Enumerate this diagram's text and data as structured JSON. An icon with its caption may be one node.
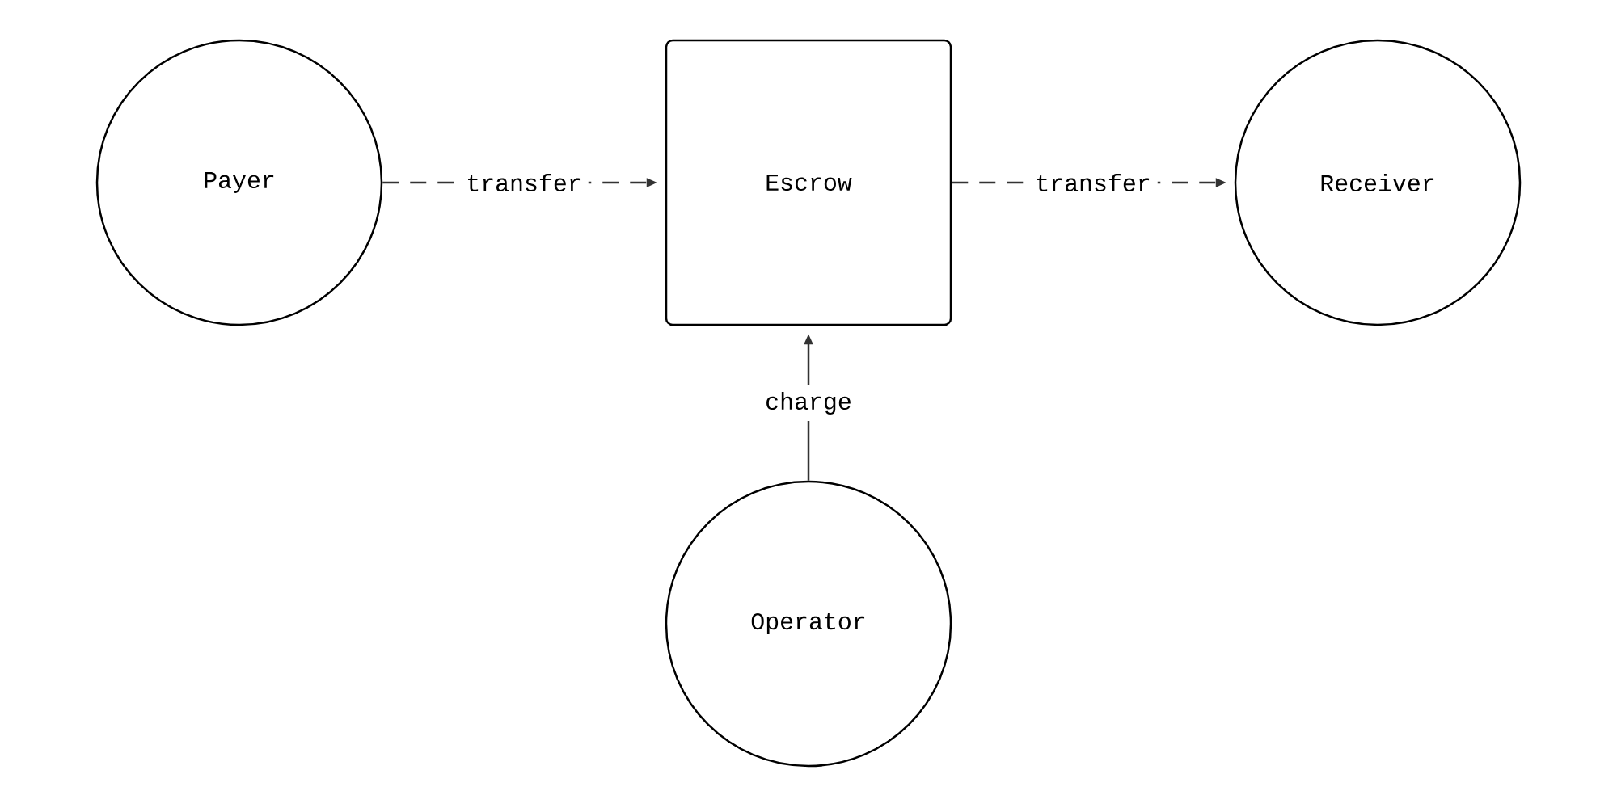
{
  "diagram": {
    "nodes": [
      {
        "text": [
          "Payer"
        ]
      },
      {
        "text": [
          "Escrow"
        ]
      },
      {
        "text": [
          "Receiver"
        ]
      },
      {
        "text": [
          "Operator"
        ]
      }
    ],
    "edges": [
      {
        "from": 0,
        "to": 1,
        "arrow": "to",
        "label": "transfer",
        "style": "dashed"
      },
      {
        "from": 1,
        "to": 2,
        "arrow": "to",
        "label": "transfer",
        "style": "dashed"
      },
      {
        "from": 3,
        "to": 1,
        "arrow": "to",
        "label": "charge"
      }
    ]
  }
}
